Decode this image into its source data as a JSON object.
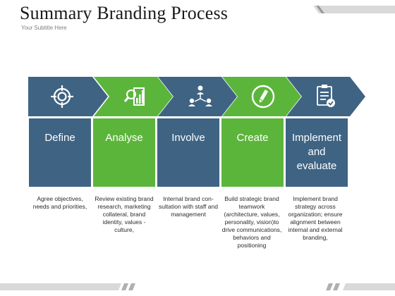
{
  "title": "Summary Branding Process",
  "subtitle": "Your Subtitle Here",
  "colors": {
    "blue": "#3f6383",
    "green": "#5cb53b",
    "text": "#2b2b2b"
  },
  "steps": [
    {
      "label": "Define",
      "color": "blue",
      "icon": "target-icon",
      "description": "Agree objectives, needs and priorities,"
    },
    {
      "label": "Analyse",
      "color": "green",
      "icon": "magnifier-chart-icon",
      "description": "Review existing brand research, marketing collateral, brand identity, values - culture,"
    },
    {
      "label": "Involve",
      "color": "blue",
      "icon": "team-hierarchy-icon",
      "description": "Internal brand con- sultation with staff and management"
    },
    {
      "label": "Create",
      "color": "green",
      "icon": "pencil-circle-icon",
      "description": "Build strategic brand teamwork (architecture, values, personality, vision)to drive communications, behaviors and positioning"
    },
    {
      "label": "Implement\nand\nevaluate",
      "color": "blue",
      "icon": "checklist-icon",
      "description": "Implement brand strategy across organization; ensure alignment between internal and external branding,"
    }
  ]
}
